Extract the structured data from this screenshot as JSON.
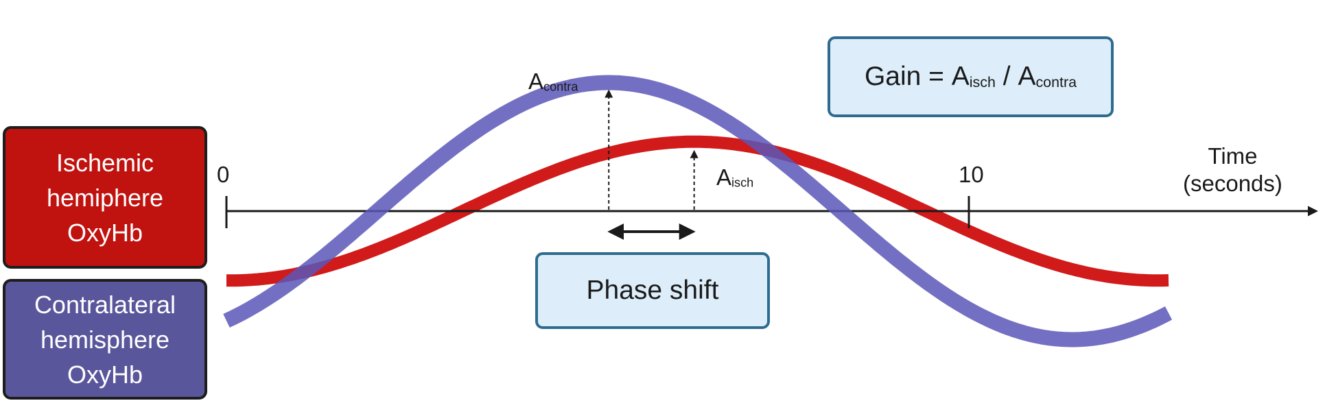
{
  "legend": {
    "ischemic": {
      "lines": [
        "Ischemic",
        "hemiphere",
        "OxyHb"
      ],
      "color": "#c0120f"
    },
    "contralateral": {
      "lines": [
        "Contralateral",
        "hemisphere",
        "OxyHb"
      ],
      "color": "#5a569b"
    }
  },
  "annotations": {
    "a_contra": {
      "base": "A",
      "sub": "contra"
    },
    "a_isch": {
      "base": "A",
      "sub": "isch"
    }
  },
  "gain_box": {
    "prefix": "Gain = ",
    "num_base": "A",
    "num_sub": "isch",
    "sep": " / ",
    "den_base": "A",
    "den_sub": "contra"
  },
  "phase_box": {
    "label": "Phase shift"
  },
  "axis": {
    "ticks": [
      {
        "label": "0",
        "t": 0
      },
      {
        "label": "10",
        "t": 10
      }
    ],
    "title_lines": [
      "Time",
      "(seconds)"
    ]
  },
  "waves": {
    "contralateral": {
      "color": "#5a57b8",
      "amplitude": 1.0,
      "peak_t": 5.15
    },
    "ischemic": {
      "color": "#d11a1a",
      "amplitude": 0.54,
      "peak_t": 6.3
    }
  }
}
